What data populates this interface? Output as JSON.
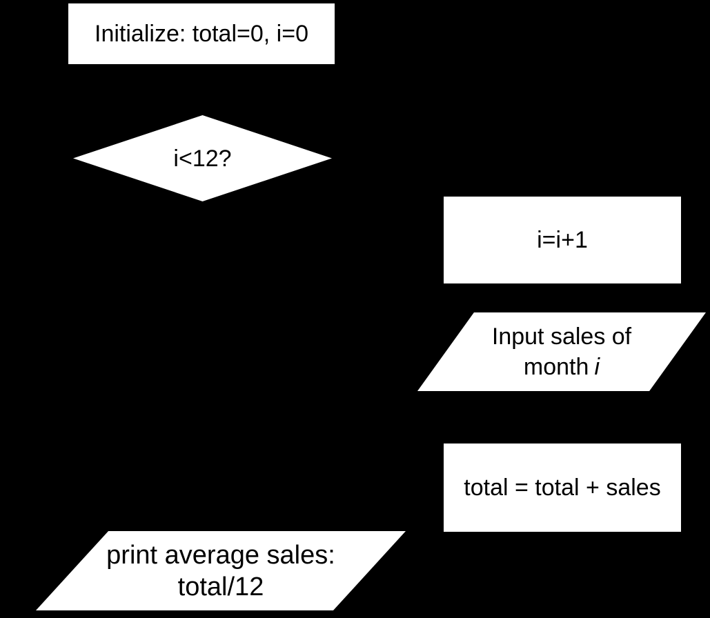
{
  "canvas": {
    "background": "#000000",
    "shape_fill": "#ffffff",
    "text_color": "#000000"
  },
  "flowchart": {
    "nodes": {
      "initialize": {
        "type": "process",
        "label": "Initialize: total=0, i=0"
      },
      "decision": {
        "type": "decision",
        "label": "i<12?"
      },
      "increment": {
        "type": "process",
        "label": "i=i+1"
      },
      "input_sales": {
        "type": "input-output",
        "line1": "Input sales of",
        "line2_text": "month",
        "line2_var": "i"
      },
      "accumulate": {
        "type": "process",
        "label": "total = total + sales"
      },
      "print_average": {
        "type": "input-output",
        "line1": "print average sales:",
        "line2": "total/12"
      }
    }
  }
}
